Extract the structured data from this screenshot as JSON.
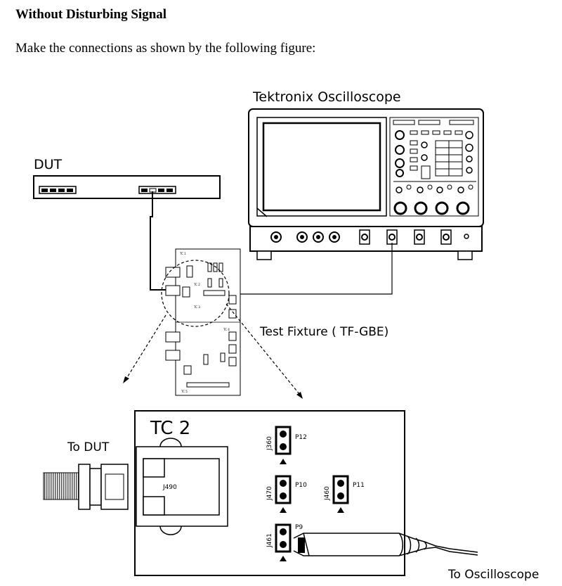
{
  "heading": "Without Disturbing Signal",
  "intro": "Make the connections as shown by the following figure:",
  "diagram": {
    "oscilloscope_label": "Tektronix Oscilloscope",
    "dut_label": "DUT",
    "fixture_label": "Test Fixture ( TF-GBE)",
    "fixture_board_labels": [
      "TC 1",
      "TC 2",
      "TC 3",
      "TC 4",
      "TC 5"
    ],
    "detail_title": "TC 2",
    "to_dut_label": "To DUT",
    "to_oscilloscope_label": "To Oscilloscope",
    "connector_label": "J490",
    "jumpers": [
      {
        "id": "J360",
        "name": "P12"
      },
      {
        "id": "J470",
        "name": "P10"
      },
      {
        "id": "J460",
        "name": "P11"
      },
      {
        "id": "J461",
        "name": "P9"
      }
    ]
  }
}
